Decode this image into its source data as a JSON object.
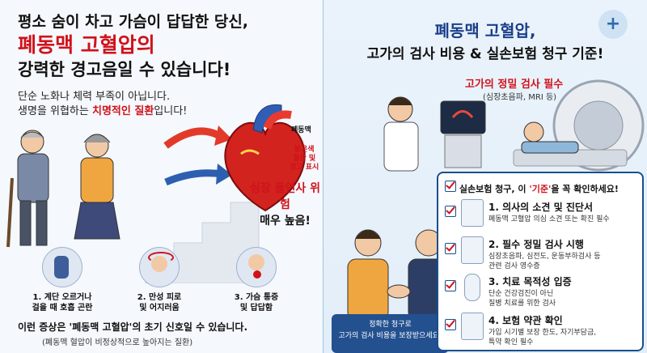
{
  "left": {
    "headline_1": "평소 숨이 차고 가슴이 답답한 당신,",
    "headline_2": "폐동맥 고혈압의",
    "headline_3": "강력한 경고음일 수 있습니다!",
    "sub_1": "단순 노화나 체력 부족이 아닙니다.",
    "sub_2_pre": "생명을 위협하는 ",
    "sub_2_red": "치명적인 질환",
    "sub_2_post": "입니다!",
    "heart_label_artery": "폐동맥",
    "heart_label_warning": "붉은색\n혈관 및\n경고 표시",
    "danger_1": "심장 돌연사 위험",
    "danger_2": "매우 높음!",
    "symptoms": [
      {
        "label": "1. 계단 오르거나\n걸을 때 호흡 곤란",
        "icon": "climbing-stairs-icon"
      },
      {
        "label": "2. 만성 피로\n및 어지러움",
        "icon": "dizzy-person-icon"
      },
      {
        "label": "3. 가슴 통증\n및 답답함",
        "icon": "chest-pain-icon"
      }
    ],
    "bottom_1": "이런 증상은 '폐동맥 고혈압'의 초기 신호일 수 있습니다.",
    "bottom_2": "(폐동맥 혈압이 비정상적으로 높아지는 질환)"
  },
  "right": {
    "title_1": "폐동맥 고혈압,",
    "title_2": "고가의 검사 비용 & 실손보험 청구 기준!",
    "exam_title": "고가의 정밀 검사 필수",
    "exam_sub": "(심장초음파, MRI 등)",
    "handshake_1": "정확한 청구로",
    "handshake_2": "고가의 검사 비용을 보장받으세요!",
    "checklist_title_pre": "실손보험 청구, 이 ",
    "checklist_title_red": "'기준'",
    "checklist_title_post": "을 꼭 확인하세요!",
    "items": [
      {
        "title": "1. 의사의 소견 및 진단서",
        "desc": "폐동맥 고혈압 의심 소견 또는 확진 필수",
        "icon": "diagnosis-document-icon"
      },
      {
        "title": "2. 필수 정밀 검사 시행",
        "desc": "심장초음파, 심전도, 운동부하검사 등\n관련 검사 영수증",
        "icon": "test-report-icon"
      },
      {
        "title": "3. 치료 목적성 입증",
        "desc": "단순 건강검진이 아닌\n질병 치료를 위한 검사",
        "icon": "iv-drip-icon"
      },
      {
        "title": "4. 보험 약관 확인",
        "desc": "가입 시기별 보장 한도, 자기부담금,\n특약 확인 필수",
        "icon": "magnifier-document-icon"
      }
    ]
  },
  "colors": {
    "accent_red": "#d0121b",
    "navy": "#1a4f8b",
    "card_bg": "#23508f"
  }
}
